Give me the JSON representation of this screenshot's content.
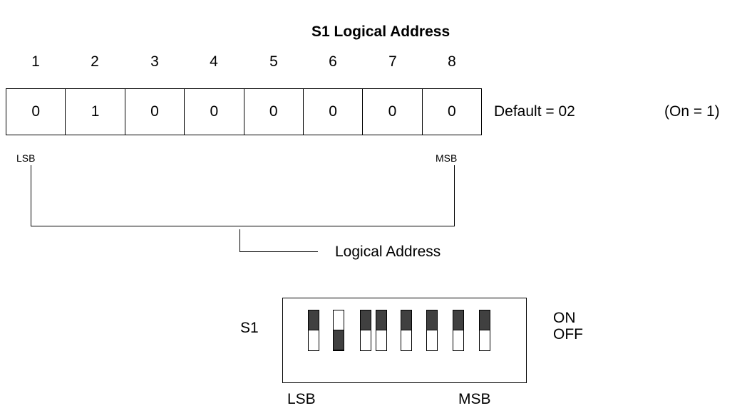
{
  "title": "S1 Logical Address",
  "positions": [
    "1",
    "2",
    "3",
    "4",
    "5",
    "6",
    "7",
    "8"
  ],
  "bits": [
    "0",
    "1",
    "0",
    "0",
    "0",
    "0",
    "0",
    "0"
  ],
  "default_text": "Default = 02",
  "on_note": "(On = 1)",
  "lsb_label": "LSB",
  "msb_label": "MSB",
  "logical_address_label": "Logical Address",
  "switch": {
    "name": "S1",
    "on_label": "ON",
    "off_label": "OFF",
    "states": [
      "on",
      "off",
      "on",
      "on",
      "on",
      "on",
      "on",
      "on"
    ],
    "lsb_label": "LSB",
    "msb_label": "MSB"
  }
}
